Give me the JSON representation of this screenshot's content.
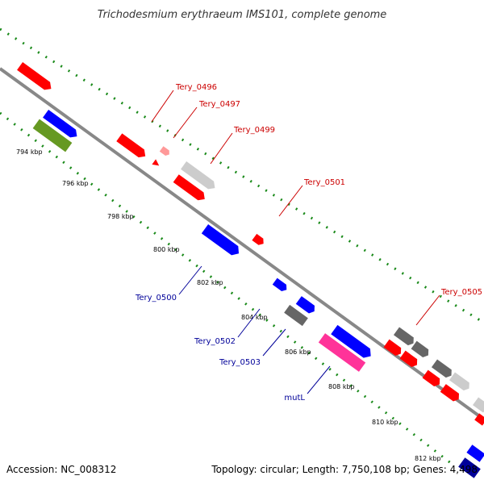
{
  "title": "Trichodesmium erythraeum IMS101, complete genome",
  "footer": {
    "accession": "Accession: NC_008312",
    "stats": "Topology: circular; Length: 7,750,108 bp; Genes: 4,498"
  },
  "colors": {
    "backbone": "#888888",
    "tick_dots": "#1a8a1a",
    "forward_label": "#cc0000",
    "reverse_label": "#000099"
  },
  "ticks": [
    "794 kbp",
    "796 kbp",
    "798 kbp",
    "800 kbp",
    "802 kbp",
    "804 kbp",
    "806 kbp",
    "808 kbp",
    "810 kbp",
    "812 kbp"
  ],
  "gene_labels": [
    {
      "text": "Tery_0496",
      "strand": "forward"
    },
    {
      "text": "Tery_0497",
      "strand": "forward"
    },
    {
      "text": "Tery_0499",
      "strand": "forward"
    },
    {
      "text": "Tery_0501",
      "strand": "forward"
    },
    {
      "text": "Tery_0505",
      "strand": "forward"
    },
    {
      "text": "Tery_0500",
      "strand": "reverse"
    },
    {
      "text": "Tery_0502",
      "strand": "reverse"
    },
    {
      "text": "Tery_0503",
      "strand": "reverse"
    },
    {
      "text": "mutL",
      "strand": "reverse"
    }
  ]
}
